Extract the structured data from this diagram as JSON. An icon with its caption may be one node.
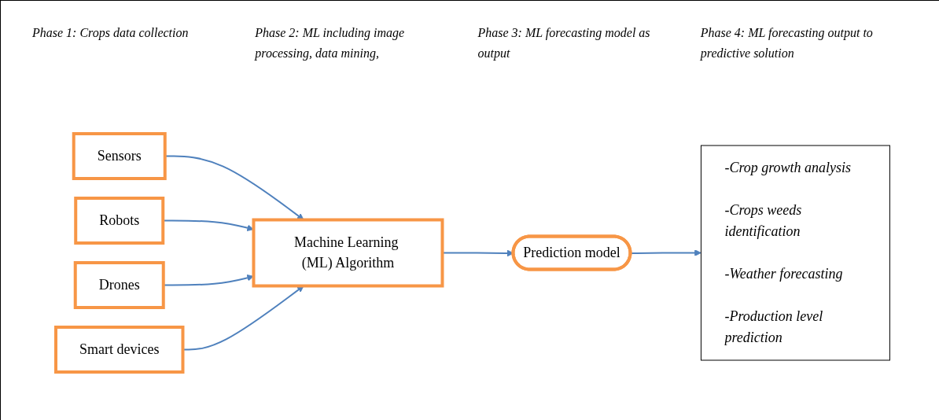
{
  "diagram": {
    "nodes": [
      {
        "text": [
          "Sensors"
        ]
      },
      {
        "text": [
          "Robots"
        ]
      },
      {
        "text": [
          "Drones"
        ]
      },
      {
        "text": [
          "Smart devices"
        ]
      },
      {
        "text": [
          "Machine Learning (ML) Algorithm"
        ]
      },
      {
        "text": [
          "Prediction model"
        ]
      },
      {
        "text": [
          "-Crop growth analysis",
          "-Crops weeds identification",
          "-Weather forecasting",
          "-Production level prediction"
        ]
      }
    ],
    "edges": [
      {
        "from": 0,
        "to": 4,
        "arrow": "to"
      },
      {
        "from": 1,
        "to": 4,
        "arrow": "to"
      },
      {
        "from": 2,
        "to": 4,
        "arrow": "to"
      },
      {
        "from": 3,
        "to": 4,
        "arrow": "to"
      },
      {
        "from": 4,
        "to": 5,
        "arrow": "to"
      },
      {
        "from": 5,
        "to": 6,
        "arrow": "to"
      }
    ],
    "labels": [
      "Phase 1: Crops data collection",
      "Phase 2: ML including image processing, data mining,",
      "Phase 3: ML forecasting model as output",
      "Phase 4: ML forecasting output to predictive solution"
    ]
  }
}
